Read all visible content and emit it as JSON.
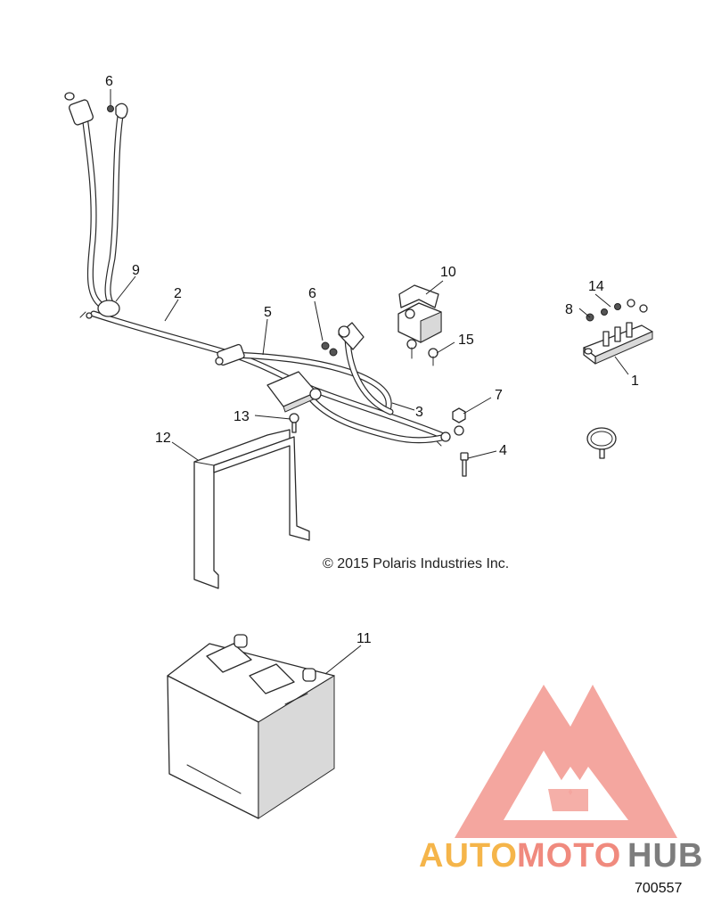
{
  "diagram": {
    "copyright": "© 2015 Polaris Industries Inc.",
    "document_number": "700557",
    "callouts": [
      "1",
      "2",
      "3",
      "4",
      "5",
      "6",
      "6",
      "7",
      "9",
      "10",
      "11",
      "12",
      "13",
      "14",
      "15",
      "8"
    ]
  },
  "watermark": {
    "word_part1": "AUTO",
    "word_part2": "MOTO",
    "word_part3": "HUB",
    "colors": {
      "orange": "#f5b54a",
      "salmon": "#f08a7e",
      "grey": "#7d7d7d",
      "triangle": "#f4a29a"
    }
  }
}
